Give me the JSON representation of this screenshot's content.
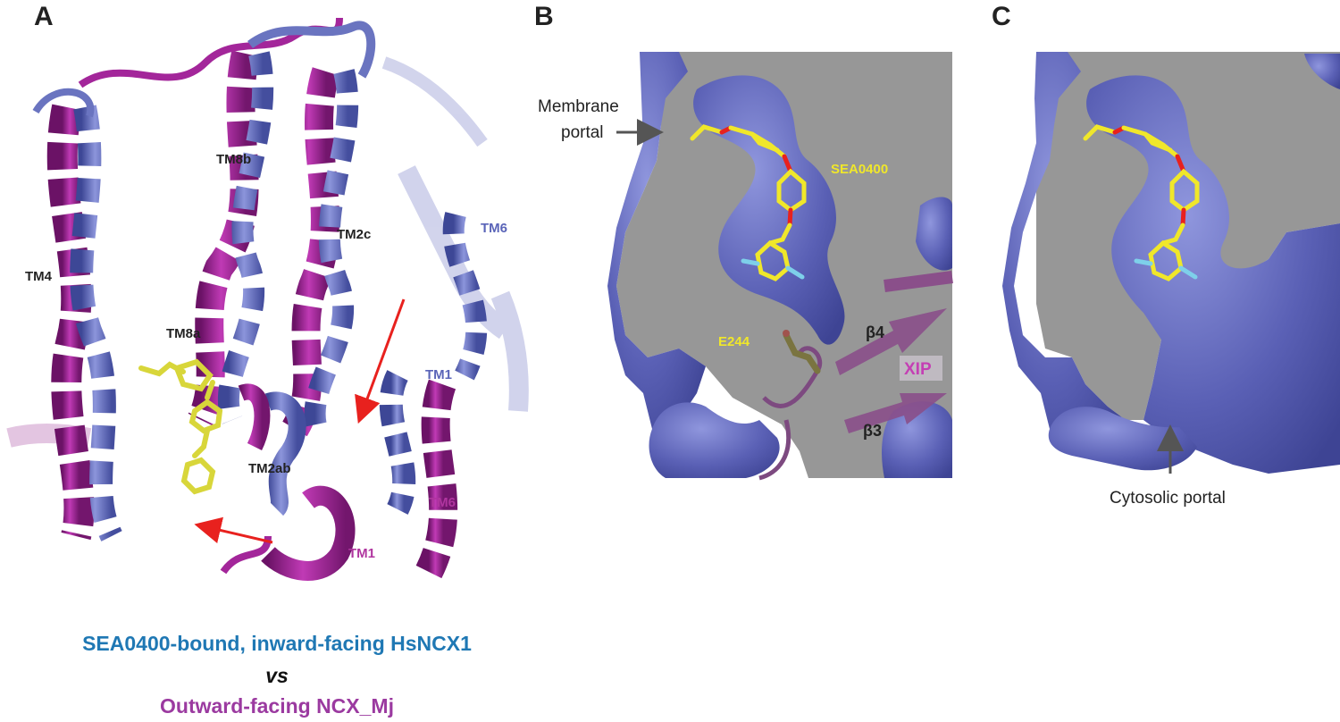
{
  "panels": {
    "a": {
      "letter": "A",
      "labels": [
        "TM8b",
        "TM2c",
        "TM6",
        "TM4",
        "TM8a",
        "TM1",
        "TM2ab",
        "TM6",
        "TM1"
      ]
    },
    "b": {
      "letter": "B",
      "membrane_portal": [
        "Membrane",
        "portal"
      ],
      "ligand": "SEA0400",
      "residue": "E244",
      "strands": [
        "β4",
        "β3"
      ],
      "xip": "XIP"
    },
    "c": {
      "letter": "C",
      "cytosolic_portal": "Cytosolic portal"
    }
  },
  "caption": {
    "line1": "SEA0400-bound, inward-facing  HsNCX1",
    "line2": "vs",
    "line3": "Outward-facing NCX_Mj"
  },
  "colors": {
    "blue_helix": "#6a74c0",
    "magenta_helix": "#a3269a",
    "ligand": "#e4df2a",
    "surface": "#5a60b5",
    "cut_plane": "#979797",
    "arrow": "#e8211e",
    "caption_blue": "#1f78b4",
    "caption_magenta": "#9b3aa0"
  }
}
